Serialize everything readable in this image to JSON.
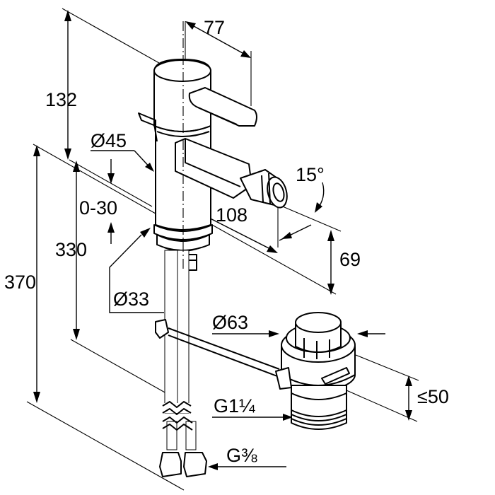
{
  "dimensions": {
    "top_width": "77",
    "height_spout": "132",
    "body_diameter": "Ø45",
    "spout_angle": "15°",
    "adjust_range": "0-30",
    "spout_reach": "108",
    "height_330": "330",
    "height_69": "69",
    "total_height": "370",
    "base_diameter": "Ø33",
    "waste_diameter": "Ø63",
    "waste_thread": "G1¼",
    "waste_height": "≤50",
    "hose_thread": "G⅜"
  }
}
